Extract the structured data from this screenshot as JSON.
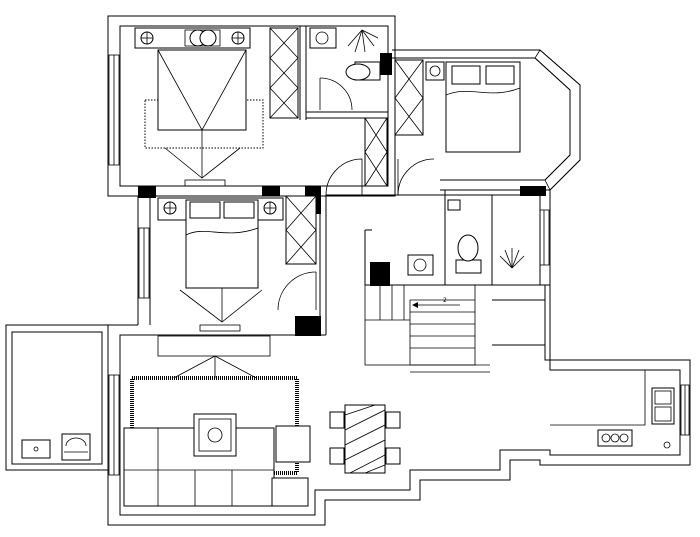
{
  "drawing": {
    "type": "floor-plan",
    "stair_label": "2",
    "rooms": [
      {
        "id": "master-bedroom",
        "furniture": [
          "double-bed",
          "nightstand",
          "nightstand",
          "rug",
          "wardrobe"
        ]
      },
      {
        "id": "bathroom-top",
        "furniture": [
          "toilet",
          "washbasin",
          "shower"
        ]
      },
      {
        "id": "bedroom-right",
        "furniture": [
          "double-bed",
          "nightstand",
          "wardrobe",
          "bay-window"
        ]
      },
      {
        "id": "bedroom-left",
        "furniture": [
          "double-bed",
          "nightstand",
          "nightstand",
          "wardrobe"
        ]
      },
      {
        "id": "bathroom-middle",
        "furniture": [
          "toilet",
          "washbasin",
          "shower"
        ]
      },
      {
        "id": "staircase",
        "furniture": [
          "stairs"
        ]
      },
      {
        "id": "living-room",
        "furniture": [
          "sofa",
          "armchair",
          "coffee-table",
          "rug",
          "tv-cabinet"
        ]
      },
      {
        "id": "dining-area",
        "furniture": [
          "dining-table",
          "chair",
          "chair",
          "chair",
          "chair"
        ]
      },
      {
        "id": "kitchen",
        "furniture": [
          "double-sink",
          "gas-hob",
          "counter"
        ]
      },
      {
        "id": "balcony",
        "furniture": [
          "washing-machine",
          "appliance"
        ]
      }
    ]
  },
  "colors": {
    "line": "#000000",
    "background": "#ffffff"
  }
}
